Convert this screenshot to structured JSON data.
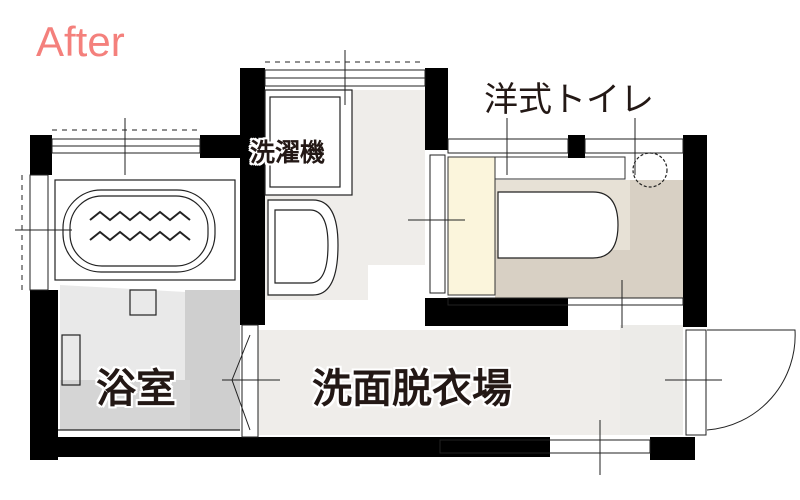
{
  "title": "After",
  "rooms": {
    "toilet": "洋式トイレ",
    "washer": "洗濯機",
    "bathroom": "浴室",
    "washroom": "洗面脱衣場"
  },
  "colors": {
    "title": "#f4807c",
    "wall": "#000000",
    "washroom_floor": "#efedea",
    "bath_floor": "#cfcfcf",
    "toilet_floor": "#d8d0c4",
    "bench": "#fbf5dc"
  }
}
